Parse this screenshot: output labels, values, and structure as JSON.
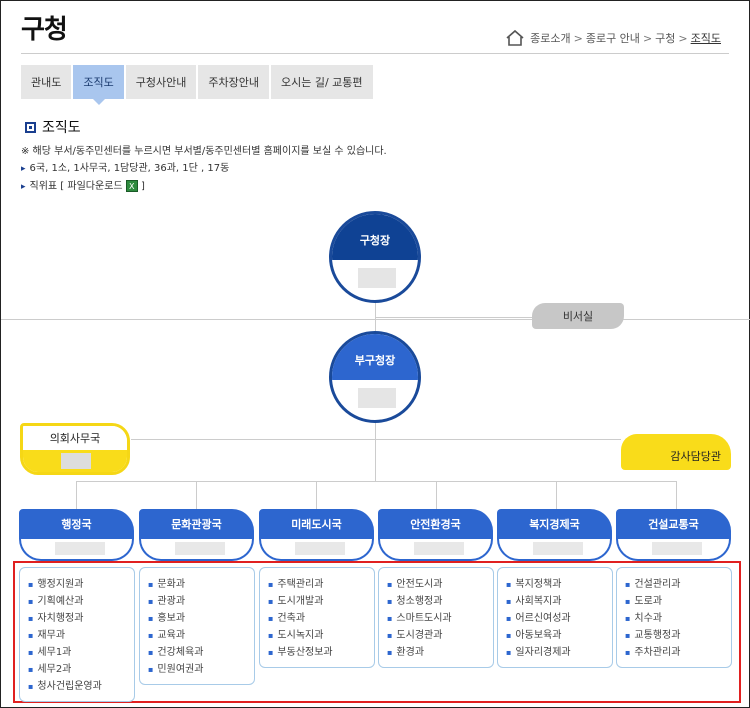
{
  "page": {
    "title": "구청",
    "breadcrumb": [
      "종로소개",
      "종로구 안내",
      "구청",
      "조직도"
    ],
    "breadcrumb_sep": ">"
  },
  "tabs": [
    {
      "label": "관내도",
      "active": false
    },
    {
      "label": "조직도",
      "active": true
    },
    {
      "label": "구청사안내",
      "active": false
    },
    {
      "label": "주차장안내",
      "active": false
    },
    {
      "label": "오시는 길/ 교통편",
      "active": false
    }
  ],
  "section": {
    "title": "조직도",
    "note": "※ 해당 부서/동주민센터를 누르시면 부서별/동주민센터별 홈페이지를 보실 수 있습니다.",
    "summary": "6국, 1소, 1사무국, 1담당관, 36과, 1단 , 17동",
    "download_text": "직위표 [ 파일다운로드",
    "download_close": "]",
    "xls_icon_text": "X"
  },
  "org": {
    "mayor": "구청장",
    "deputy": "부구청장",
    "secretary": "비서실",
    "council": "의회사무국",
    "audit": "감사담당관",
    "departments": [
      {
        "name": "행정국",
        "teams": [
          "행정지원과",
          "기획예산과",
          "자치행정과",
          "재무과",
          "세무1과",
          "세무2과",
          "청사건립운영과"
        ]
      },
      {
        "name": "문화관광국",
        "teams": [
          "문화과",
          "관광과",
          "홍보과",
          "교육과",
          "건강체육과",
          "민원여권과"
        ]
      },
      {
        "name": "미래도시국",
        "teams": [
          "주택관리과",
          "도시개발과",
          "건축과",
          "도시녹지과",
          "부동산정보과"
        ]
      },
      {
        "name": "안전환경국",
        "teams": [
          "안전도시과",
          "청소행정과",
          "스마트도시과",
          "도시경관과",
          "환경과"
        ]
      },
      {
        "name": "복지경제국",
        "teams": [
          "복지정책과",
          "사회복지과",
          "어르신여성과",
          "아동보육과",
          "일자리경제과"
        ]
      },
      {
        "name": "건설교통국",
        "teams": [
          "건설관리과",
          "도로과",
          "치수과",
          "교통행정과",
          "주차관리과"
        ]
      }
    ]
  },
  "colors": {
    "primary": "#0f4294",
    "accent": "#2d66cf",
    "yellow": "#f9dc1a",
    "highlight": "#e02020"
  }
}
